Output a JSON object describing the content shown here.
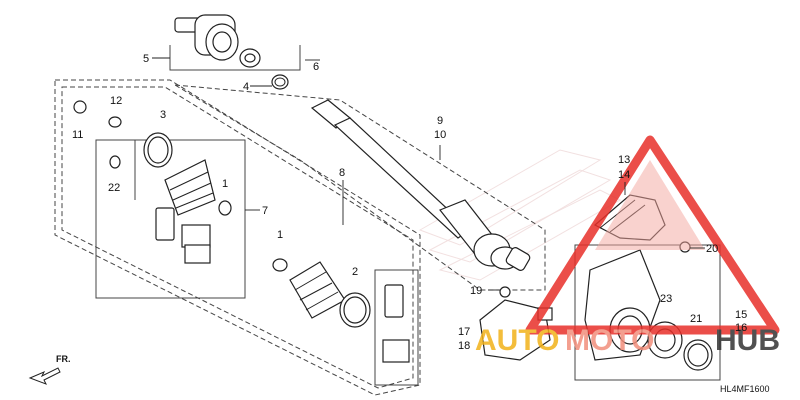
{
  "labels": {
    "p1a": "1",
    "p1b": "1",
    "p2": "2",
    "p3": "3",
    "p4": "4",
    "p5": "5",
    "p6": "6",
    "p7": "7",
    "p8": "8",
    "p9": "9",
    "p10": "10",
    "p11": "11",
    "p12": "12",
    "p13": "13",
    "p14": "14",
    "p15": "15",
    "p16": "16",
    "p17": "17",
    "p18": "18",
    "p19": "19",
    "p20": "20",
    "p21": "21",
    "p22": "22",
    "p23": "23"
  },
  "front_arrow_label": "FR.",
  "diagram_code": "HL4MF1600",
  "watermark": {
    "part1": "AUTO",
    "part2": "MOTO",
    "part3": "HUB"
  },
  "colors": {
    "watermark_red": "#e8302a",
    "watermark_orange": "#f2b21a",
    "line": "#222222"
  }
}
